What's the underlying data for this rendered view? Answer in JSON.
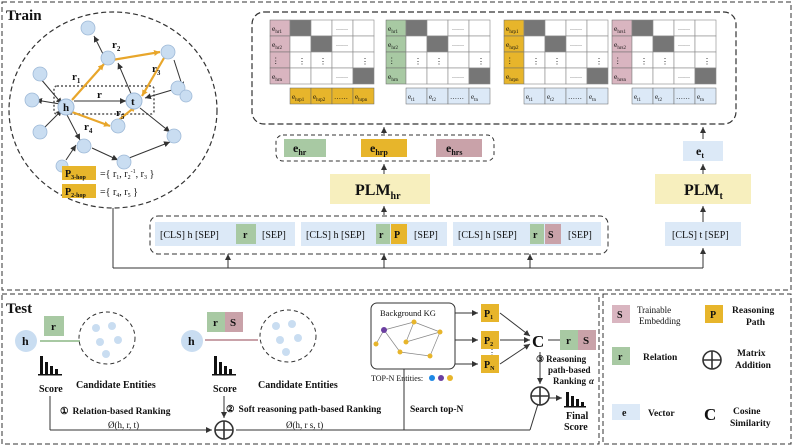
{
  "train": {
    "title": "Train",
    "graph": {
      "nodes": {
        "h": "h",
        "t": "t"
      },
      "edges": {
        "r2": "r",
        "r2_sub": "2",
        "r1": "r",
        "r1_sub": "1",
        "r3": "r",
        "r3_sub": "3",
        "r": "r",
        "r4": "r",
        "r4_sub": "4",
        "r5": "r",
        "r5_sub": "5"
      },
      "paths": [
        {
          "tag": "P",
          "tag_sub": "3-hop",
          "text": "={ r",
          "items": [
            "1",
            ",  r",
            "2",
            "-1",
            ",  r",
            "3",
            " }"
          ]
        },
        {
          "tag": "P",
          "tag_sub": "2-hop",
          "text": "={ r",
          "items": [
            "4",
            ",  r",
            "5",
            " }"
          ]
        }
      ]
    },
    "matrices": [
      {
        "rows": [
          "e",
          "e",
          "⋮",
          "e"
        ],
        "row_subs": [
          "hr1",
          "hr2",
          "",
          "hrn"
        ],
        "cols": [
          "e",
          "e",
          "……",
          "e"
        ],
        "col_subs": [
          "hrp1",
          "hrp2",
          "",
          "hrpn"
        ],
        "dots": "……",
        "vdots": "⋮"
      },
      {
        "rows": [
          "e",
          "e",
          "⋮",
          "e"
        ],
        "row_subs": [
          "hr1",
          "hr2",
          "",
          "hrn"
        ],
        "cols": [
          "e",
          "e",
          "……",
          "e"
        ],
        "col_subs": [
          "t1",
          "t2",
          "",
          "tn"
        ],
        "dots": "……",
        "vdots": "⋮"
      },
      {
        "rows": [
          "e",
          "e",
          "⋮",
          "e"
        ],
        "row_subs": [
          "hrp1",
          "hrp2",
          "",
          "hrpn"
        ],
        "cols": [
          "e",
          "e",
          "……",
          "e"
        ],
        "col_subs": [
          "t1",
          "t2",
          "",
          "tn"
        ],
        "dots": "……",
        "vdots": "⋮"
      },
      {
        "rows": [
          "e",
          "e",
          "⋮",
          "e"
        ],
        "row_subs": [
          "hrs1",
          "hrs2",
          "",
          "hrsn"
        ],
        "cols": [
          "e",
          "e",
          "……",
          "e"
        ],
        "col_subs": [
          "t1",
          "t2",
          "",
          "tn"
        ],
        "dots": "……",
        "vdots": "⋮"
      }
    ],
    "embeddings": {
      "ehr": "e",
      "ehr_sub": "hr",
      "ehrp": "e",
      "ehrp_sub": "hrp",
      "ehrs": "e",
      "ehrs_sub": "hrs",
      "et": "e",
      "et_sub": "t"
    },
    "plm_hr": {
      "main": "PLM",
      "sub": "hr"
    },
    "plm_t": {
      "main": "PLM",
      "sub": "t"
    },
    "inputs": {
      "in1": "[CLS] h [SEP]",
      "in1_r": "r",
      "in1_end": "[SEP]",
      "in2": "[CLS] h [SEP]",
      "in2_r": "r",
      "in2_p": "P",
      "in2_end": "[SEP]",
      "in3": "[CLS] h [SEP]",
      "in3_r": "r",
      "in3_s": "S",
      "in3_end": "[SEP]",
      "in4": "[CLS]  t [SEP]"
    }
  },
  "test": {
    "title": "Test",
    "h": "h",
    "r": "r",
    "s": "S",
    "score1": "Score",
    "score2": "Score",
    "candidates1": "Candidate Entities",
    "candidates2": "Candidate Entities",
    "rank1_num": "①",
    "rank1_label": "Relation-based Ranking",
    "rank1_formula": "Ø(h, r, t)",
    "rank2_num": "②",
    "rank2_label": "Soft reasoning path-based Ranking",
    "rank2_formula": "Ø(h, r s, t)",
    "kg_label": "Background KG",
    "topn_label": "TOP-N Entities:",
    "search_label": "Search top-N",
    "p_items": [
      {
        "main": "P",
        "sub": "1"
      },
      {
        "main": "P",
        "sub": "2"
      },
      {
        "main": "P",
        "sub": "N"
      }
    ],
    "rank3_num": "③",
    "rank3_lines": [
      "Reasoning",
      "path-based",
      "Ranking"
    ],
    "alpha": "α",
    "final": [
      "Final",
      "Score"
    ],
    "r2": "r",
    "s2": "S"
  },
  "legend": {
    "items": [
      {
        "icon": "S",
        "label": [
          "Trainable",
          "Embedding"
        ]
      },
      {
        "icon": "P",
        "label": [
          "Reasoning",
          "Path"
        ]
      },
      {
        "icon": "r",
        "label": [
          "Relation"
        ]
      },
      {
        "icon": "⊕",
        "label": [
          "Matrix",
          "Addition"
        ]
      },
      {
        "icon": "e",
        "label": [
          "Vector"
        ]
      },
      {
        "icon": "C",
        "label": [
          "Cosine",
          "Similarity"
        ]
      }
    ]
  },
  "colors": {
    "green": "#a8c9a3",
    "yellow": "#e7b52b",
    "mauve": "#c9a2a9",
    "blue_light": "#dce9f7",
    "lavender": "#d9b5c0",
    "plm_fill": "#f7efbe",
    "gray": "#767676",
    "dash": "#333333",
    "node": "#c9ddf1",
    "orange": "#e8a62b"
  }
}
